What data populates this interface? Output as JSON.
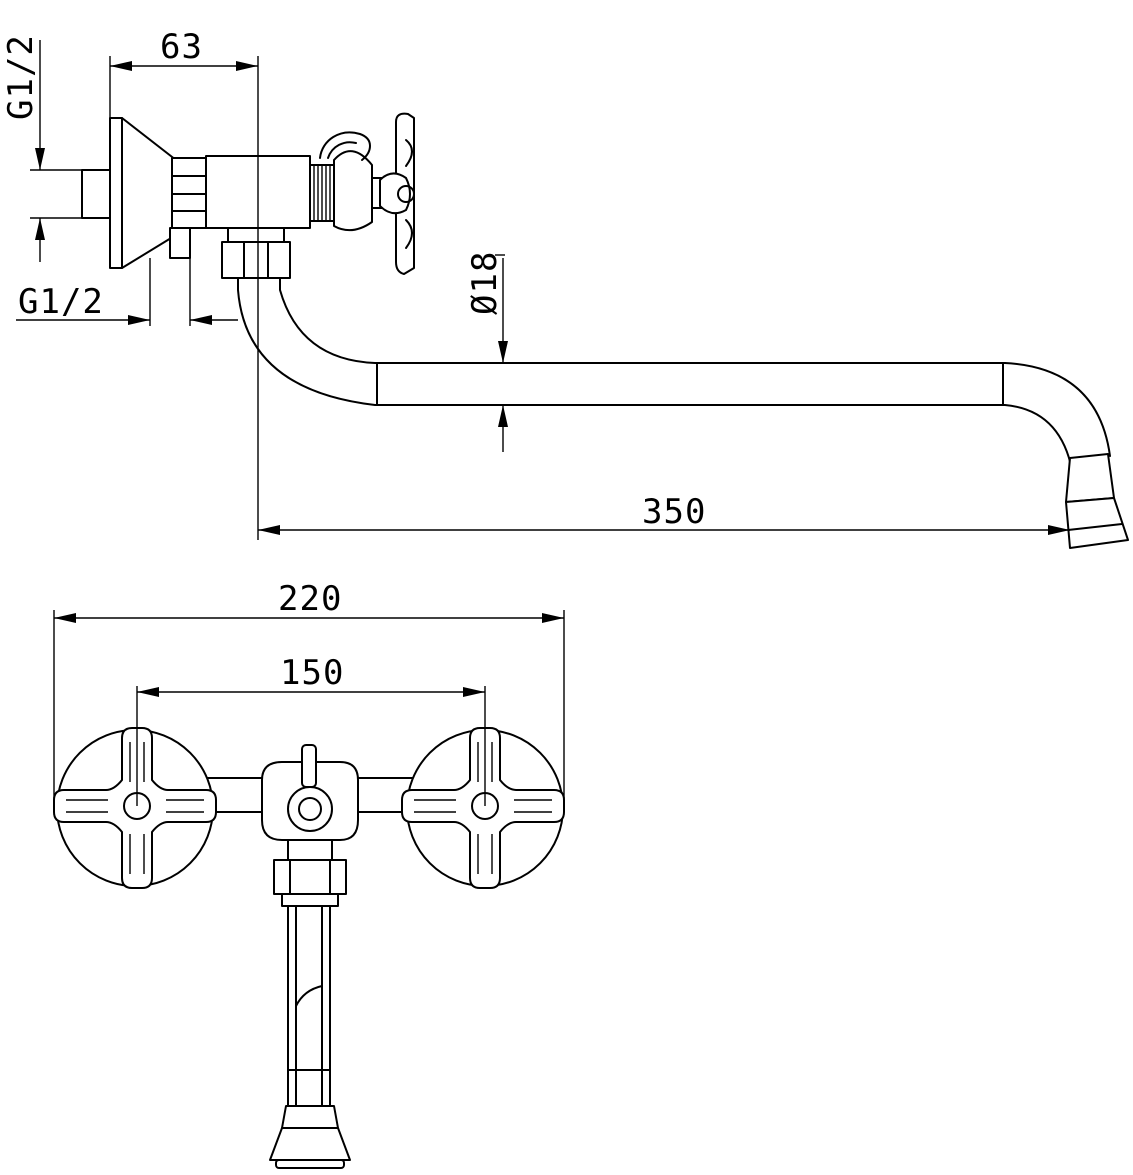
{
  "dimensions": {
    "inlet_thread_vertical": "G1/2",
    "inlet_thread_horizontal": "G1/2",
    "body_depth": "63",
    "spout_diameter": "Ø18",
    "spout_reach": "350",
    "overall_width": "220",
    "center_distance": "150"
  }
}
